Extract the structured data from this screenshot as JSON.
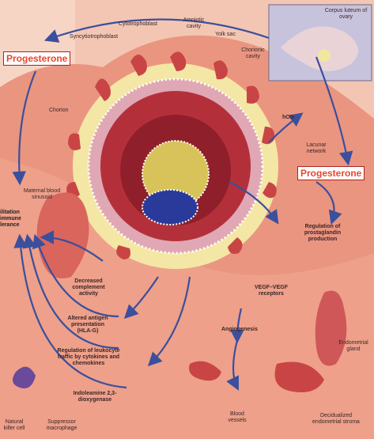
{
  "progesterone_left": "Progesterone",
  "progesterone_right": "Progesterone",
  "labels": {
    "syncytiotrophoblast": "Syncytiotrophoblast",
    "cytotrophoblast": "Cytotrophoblast",
    "amniotic_cavity": "Amniotic cavity",
    "yolk_sac": "Yolk sac",
    "chorionic_cavity": "Chorionic cavity",
    "corpus_luteum": "Corpus luteum of ovary",
    "chorion": "Chorion",
    "hcg": "hCG",
    "lacunar_network": "Lacunar network",
    "maternal_blood_sinusoid": "Maternal blood sinusoid",
    "regulation_prostaglandin": "Regulation of prostaglandin production",
    "decreased_complement": "Decreased complement activity",
    "vegf": "VEGF–VEGF receptors",
    "altered_antigen": "Altered antigen presentation (HLA-G)",
    "angiogenesis": "Angiogenesis",
    "regulation_leukocyte": "Regulation of leukocyte traffic by cytokines and chemokines",
    "endometrial_gland": "Endometrial gland",
    "indoleamine": "Indoleamine 2,3-dioxygenase",
    "blood_vessels": "Blood vessels",
    "decidualized_stroma": "Decidualized endometrial stroma",
    "natural_killer": "Natural killer cell",
    "suppressor_macrophage": "Suppressor macrophage"
  },
  "left_edge_text": {
    "line1": "ilitation",
    "line2": "immune",
    "line3": "lerance"
  },
  "colors": {
    "background": "#f3c6b3",
    "tissue": "#e98f7c",
    "villi": "#c94545",
    "cavity": "#a8232a",
    "yolk": "#d8c35a",
    "amnion_blue": "#2a3a9a",
    "arrow": "#3b4f9c",
    "progesterone_text": "#e8452e"
  }
}
